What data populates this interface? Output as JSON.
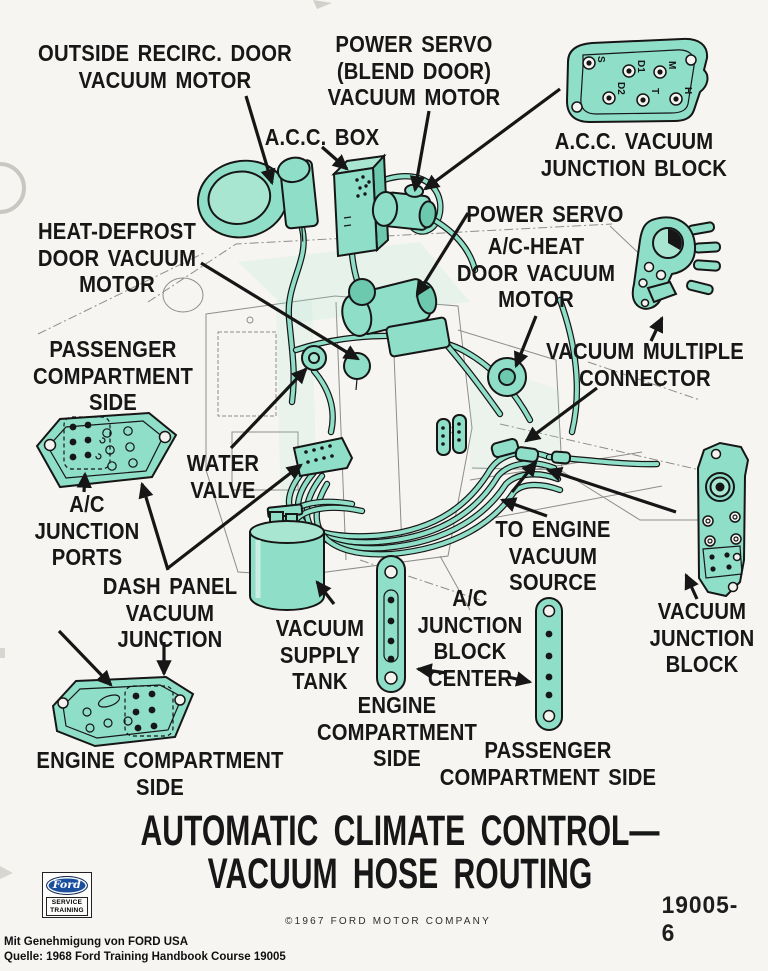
{
  "colors": {
    "component_teal": "#8FDEC7",
    "component_teal_dark": "#6CC9AE",
    "component_teal_light": "#A9E6D2",
    "ink": "#161616",
    "paper": "#F6F5F1",
    "ford_blue": "#1A4FA0"
  },
  "labels": {
    "outside_recirc": {
      "lines": [
        "OUTSIDE RECIRC. DOOR",
        "VACUUM MOTOR"
      ]
    },
    "power_servo_blend": {
      "lines": [
        "POWER SERVO",
        "(BLEND DOOR)",
        "VACUUM MOTOR"
      ]
    },
    "acc_box": {
      "lines": [
        "A.C.C. BOX"
      ]
    },
    "acc_vacuum_junction": {
      "lines": [
        "A.C.C. VACUUM",
        "JUNCTION BLOCK"
      ]
    },
    "heat_defrost": {
      "lines": [
        "HEAT-DEFROST",
        "DOOR VACUUM",
        "MOTOR"
      ]
    },
    "power_servo": {
      "lines": [
        "POWER SERVO"
      ]
    },
    "ac_heat_door": {
      "lines": [
        "A/C-HEAT",
        "DOOR VACUUM",
        "MOTOR"
      ]
    },
    "passenger_compartment_left": {
      "lines": [
        "PASSENGER",
        "COMPARTMENT",
        "SIDE"
      ]
    },
    "vacuum_multiple": {
      "lines": [
        "VACUUM MULTIPLE",
        "CONNECTOR"
      ]
    },
    "water_valve": {
      "lines": [
        "WATER",
        "VALVE"
      ]
    },
    "ac_junction_ports": {
      "lines": [
        "A/C",
        "JUNCTION",
        "PORTS"
      ]
    },
    "to_engine": {
      "lines": [
        "TO ENGINE",
        "VACUUM",
        "SOURCE"
      ]
    },
    "dash_panel": {
      "lines": [
        "DASH PANEL",
        "VACUUM",
        "JUNCTION"
      ]
    },
    "vacuum_supply": {
      "lines": [
        "VACUUM",
        "SUPPLY",
        "TANK"
      ]
    },
    "ac_junction_block_center": {
      "lines": [
        "A/C",
        "JUNCTION",
        "BLOCK",
        "CENTER"
      ]
    },
    "vacuum_junction_block": {
      "lines": [
        "VACUUM",
        "JUNCTION",
        "BLOCK"
      ]
    },
    "engine_compartment_mid": {
      "lines": [
        "ENGINE",
        "COMPARTMENT",
        "SIDE"
      ]
    },
    "passenger_compartment_bottom": {
      "lines": [
        "PASSENGER",
        "COMPARTMENT SIDE"
      ]
    },
    "engine_compartment_bottomleft": {
      "lines": [
        "ENGINE COMPARTMENT",
        "SIDE"
      ]
    }
  },
  "acc_block": {
    "ports": [
      "S",
      "D2",
      "D1",
      "T",
      "M",
      "H"
    ]
  },
  "title": {
    "lines": [
      "AUTOMATIC CLIMATE CONTROL—",
      "VACUUM HOSE ROUTING"
    ]
  },
  "footer": {
    "logo": {
      "brand": "Ford",
      "sub1": "SERVICE",
      "sub2": "TRAINING"
    },
    "copyright": "©1967 FORD MOTOR COMPANY",
    "part_number": "19005-6"
  },
  "captions": {
    "line1": "Mit Genehmigung von FORD USA",
    "line2": "Quelle: 1968 Ford Training Handbook Course 19005"
  }
}
